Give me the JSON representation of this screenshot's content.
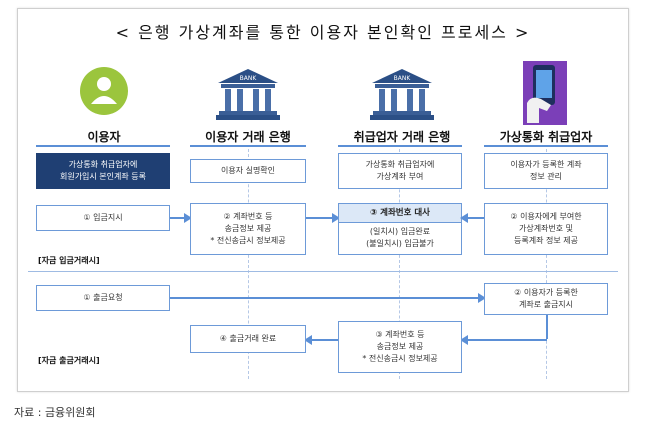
{
  "title": "< 은행 가상계좌를 통한 이용자 본인확인 프로세스 >",
  "actors": [
    "이용자",
    "이용자 거래 은행",
    "취급업자 거래 은행",
    "가상통화 취급업자"
  ],
  "bank_icon_text": "BANK",
  "row1": {
    "user": [
      "가상통화 취급업자에",
      "회원가입시 본인계좌 등록"
    ],
    "user_bank": "이용자 실명확인",
    "dealer_bank": [
      "가상통화 취급업자에",
      "가상계좌 부여"
    ],
    "dealer": [
      "이용자가 등록한 계좌",
      "정보 관리"
    ]
  },
  "deposit": {
    "section_label": "[자금 입금거래시]",
    "user": "① 입금지시",
    "user_bank": [
      "② 계좌번호 등",
      "송금정보 제공"
    ],
    "user_bank_note": "* 전신송금시 정보제공",
    "dealer_bank_title": "③ 계좌번호 대사",
    "dealer_bank": [
      "(일치시) 입금완료",
      "(불일치시) 입금불가"
    ],
    "dealer": [
      "② 이용자에게 부여한",
      "가상계좌번호 및",
      "등록계좌 정보 제공"
    ]
  },
  "withdraw": {
    "section_label": "[자금 출금거래시]",
    "user": "① 출금요청",
    "dealer": [
      "② 이용자가 등록한",
      "계좌로 출금지시"
    ],
    "dealer_bank": [
      "③ 계좌번호 등",
      "송금정보 제공"
    ],
    "dealer_bank_note": "* 전신송금시 정보제공",
    "user_bank": "④ 출금거래 완료"
  },
  "caption": "자료 : 금융위원회",
  "colors": {
    "accent": "#5b8fd6",
    "dark": "#1f3f73",
    "highlight": "#dce8f7"
  }
}
